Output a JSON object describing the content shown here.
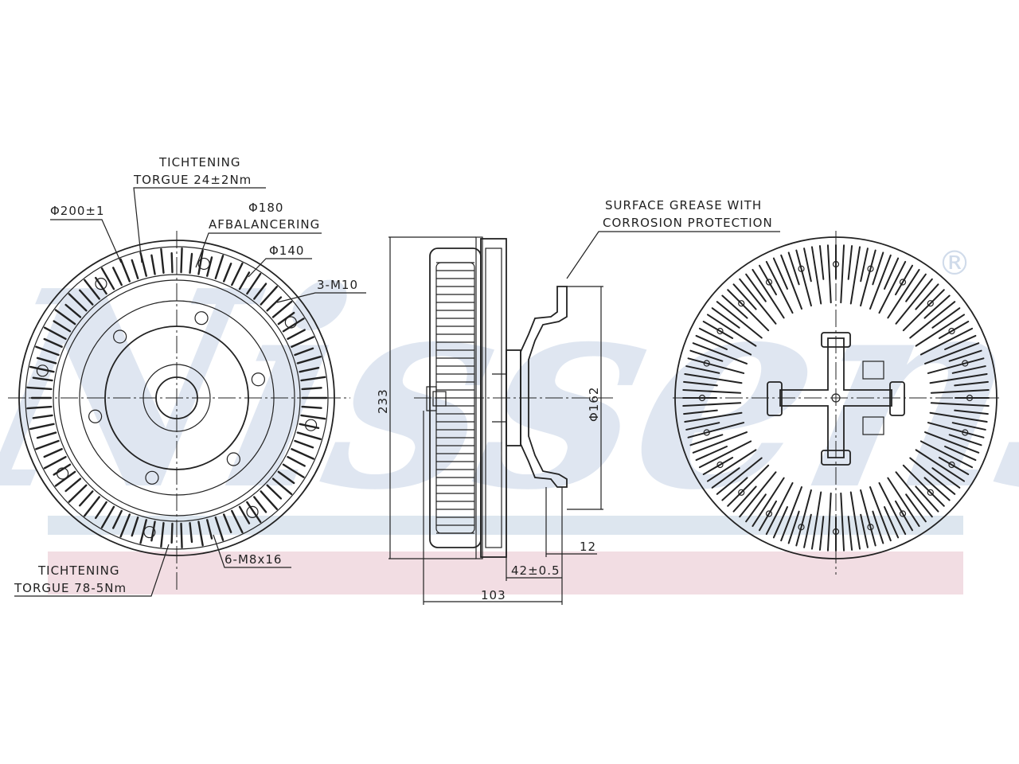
{
  "watermark": {
    "text": "Nissens",
    "registered_mark": "®",
    "band_color": "#dde6ef",
    "pink_band_color": "#f2dde3",
    "text_color": "#c5d3e6"
  },
  "labels": {
    "tightening_top_line1": "TICHTENING",
    "tightening_top_line2": "TORGUE 24±2Nm",
    "dia_200": "Φ200±1",
    "dia_180": "Φ180",
    "afbalancering": "AFBALANCERING",
    "dia_140": "Φ140",
    "thread_3m10": "3-M10",
    "thread_6m8": "6-M8x16",
    "tightening_bottom_line1": "TICHTENING",
    "tightening_bottom_line2": "TORGUE 78-5Nm",
    "height_233": "233",
    "dia_162": "Φ162",
    "dim_12": "12",
    "dim_42": "42±0.5",
    "dim_103": "103",
    "surface_note_line1": "SURFACE GREASE WITH",
    "surface_note_line2": "CORROSION PROTECTION"
  },
  "line_color": "#222222"
}
